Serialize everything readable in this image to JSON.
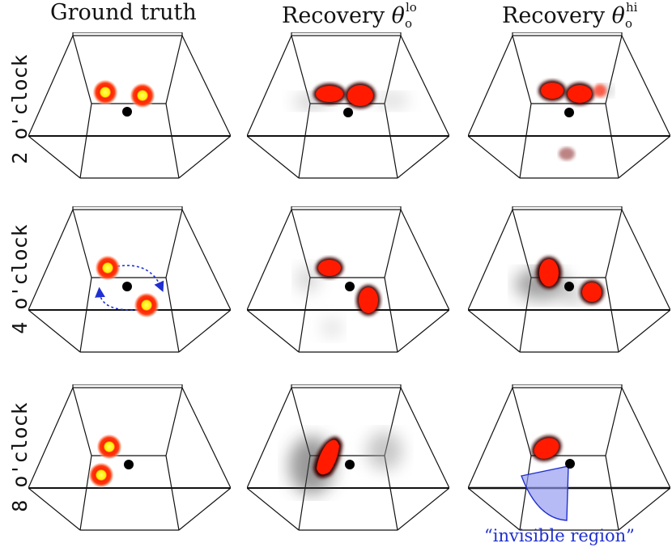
{
  "columns": [
    {
      "text": "Ground truth",
      "symbol": "",
      "sub": "",
      "sup": ""
    },
    {
      "text": "Recovery ",
      "symbol": "θ",
      "sub": "o",
      "sup": "lo"
    },
    {
      "text": "Recovery ",
      "symbol": "θ",
      "sub": "o",
      "sup": "hi"
    }
  ],
  "rows": [
    "2 o'clock",
    "4 o'clock",
    "8 o'clock"
  ],
  "annotation": "“invisible region”",
  "colors": {
    "blob_red": "#ff1a00",
    "blob_core": "#ffff33",
    "halo": "#ff8c5a",
    "annotation": "#1f2fd1",
    "invisible_fill": "#8f95f0"
  }
}
